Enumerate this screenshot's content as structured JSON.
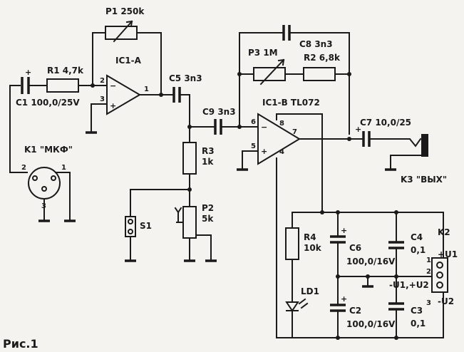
{
  "figure": {
    "caption": "Рис.1"
  },
  "components": {
    "p1": "P1 250k",
    "r1": "R1 4,7k",
    "ic1a": "IC1-A",
    "c5": "C5 3n3",
    "c8": "C8 3n3",
    "p3": "P3 1M",
    "r2": "R2 6,8k",
    "c1": "C1 100,0/25V",
    "k1": "K1 \"МКФ\"",
    "c9": "C9 3n3",
    "ic1b": "IC1-B TL072",
    "c7": "C7 10,0/25",
    "r3": "R3",
    "r3_val": "1k",
    "k3": "K3 \"ВЫХ\"",
    "s1": "S1",
    "p2": "P2",
    "p2_val": "5k",
    "r4": "R4",
    "r4_val": "10k",
    "c6": "C6",
    "c6_val": "100,0/16V",
    "c4": "C4",
    "c4_val": "0,1",
    "k2": "K2",
    "u1": "+U1",
    "u12": "-U1,+U2",
    "u2": "-U2",
    "ld1": "LD1",
    "c2": "C2",
    "c2_val": "100,0/16V",
    "c3": "C3",
    "c3_val": "0,1"
  },
  "pins": {
    "ic1a_inv": "2",
    "ic1a_noninv": "3",
    "ic1a_out": "1",
    "ic1b_inv": "6",
    "ic1b_noninv": "5",
    "ic1b_out": "7",
    "ic1b_vplus": "8",
    "ic1b_vminus": "4",
    "k1_p2": "2",
    "k1_p1": "1",
    "k1_p3": "3",
    "k2_p1": "1",
    "k2_p2": "2",
    "k2_p3": "3"
  },
  "polarity": {
    "plus": "+",
    "minus": "−"
  }
}
